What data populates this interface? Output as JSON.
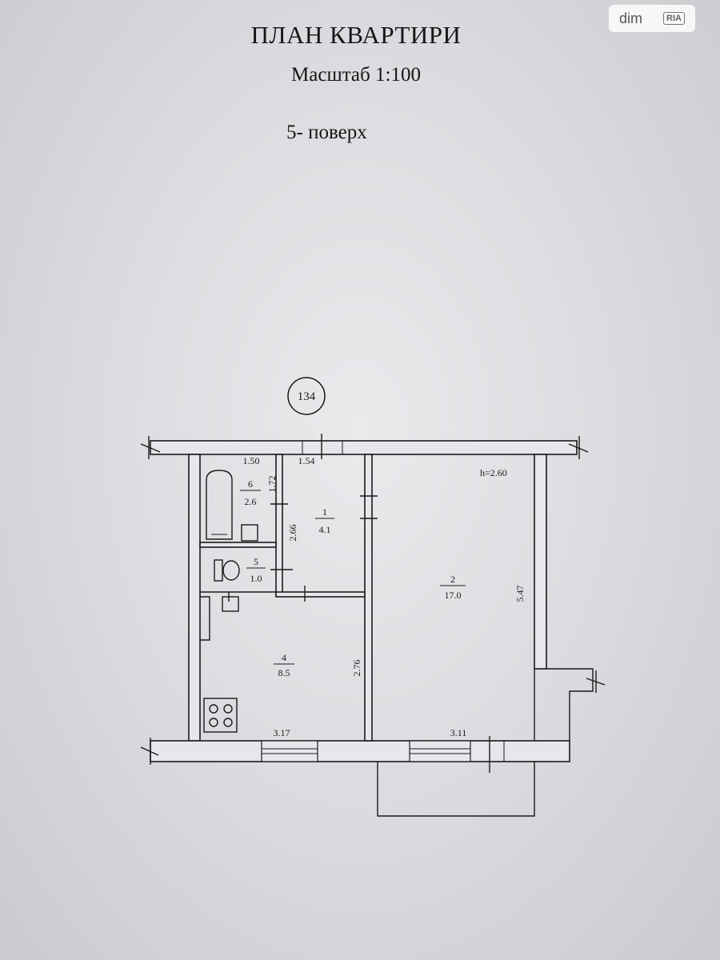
{
  "header": {
    "title": "ПЛАН КВАРТИРИ",
    "scale": "Масштаб 1:100",
    "floor": "5- поверх"
  },
  "watermark": {
    "brand": "dim",
    "badge": "RIA"
  },
  "plan": {
    "apartment_number": "134",
    "ceiling_height": "h=2.60",
    "rooms": [
      {
        "number": "1",
        "area": "4.1"
      },
      {
        "number": "2",
        "area": "17.0"
      },
      {
        "number": "4",
        "area": "8.5"
      },
      {
        "number": "5",
        "area": "1.0"
      },
      {
        "number": "6",
        "area": "2.6"
      }
    ],
    "dimensions": {
      "bath_width": "1.50",
      "hall_width": "1.54",
      "bath_depth": "1.72",
      "hall_depth": "2.66",
      "kitchen_depth": "2.76",
      "room_depth": "5.47",
      "kitchen_width": "3.17",
      "room_width": "3.11"
    }
  }
}
